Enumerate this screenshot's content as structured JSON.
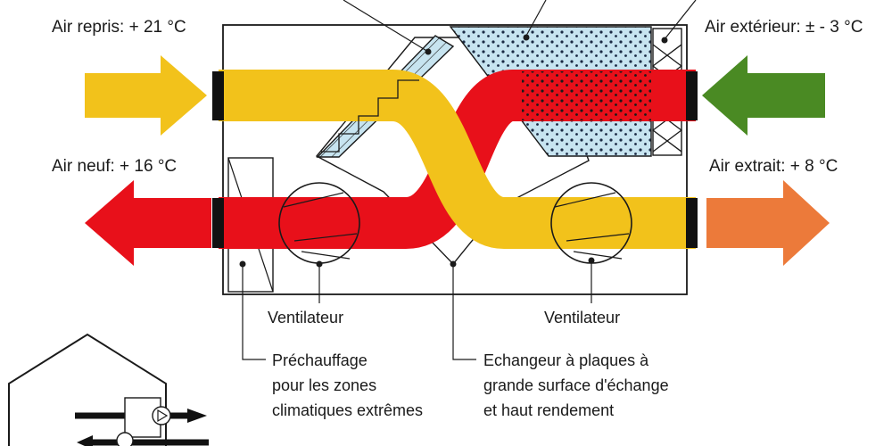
{
  "labels": {
    "air_repris": "Air repris: + 21 °C",
    "air_exterieur": "Air extérieur: ± - 3 °C",
    "air_neuf": "Air neuf: + 16 °C",
    "air_extrait": "Air extrait: + 8 °C",
    "ventilateur_left": "Ventilateur",
    "ventilateur_right": "Ventilateur",
    "prechauffage": [
      "Préchauffage",
      "pour les zones",
      "climatiques extrêmes"
    ],
    "echangeur": [
      "Echangeur à plaques à",
      "grande surface d'échange",
      "et haut rendement"
    ]
  },
  "colors": {
    "warm_air": "#f2c21b",
    "hot_air": "#e8101a",
    "fresh_air": "#4a8a23",
    "exhaust_air": "#ec7a3a",
    "filter_fill": "#c7e4f0",
    "outline": "#1a1a1a"
  },
  "icons": {
    "fan": "fan-icon",
    "house": "house-icon",
    "filter": "filter-icon",
    "heat_exchanger": "heat-exchanger-icon"
  }
}
